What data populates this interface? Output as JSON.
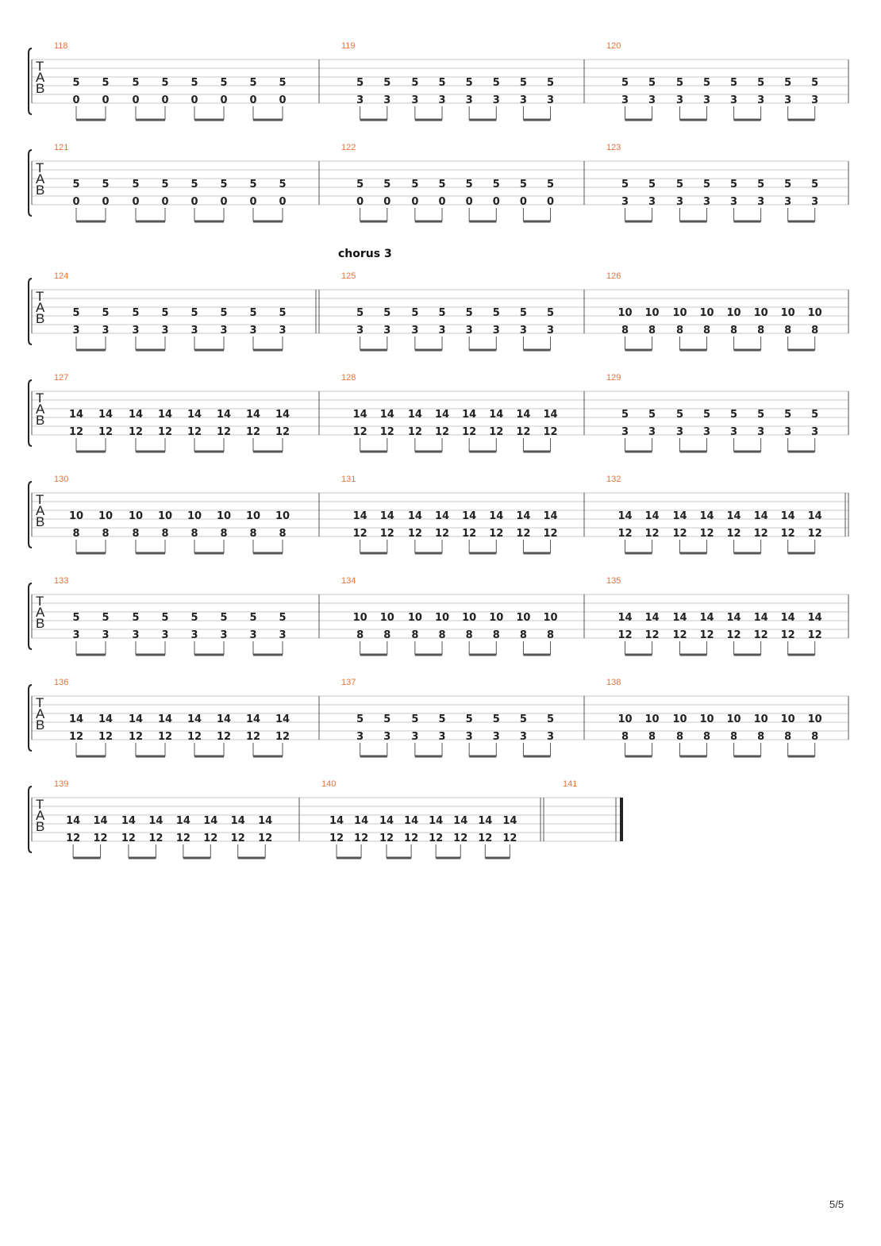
{
  "page": {
    "number_label": "5/5"
  },
  "tab_clef": [
    "T",
    "A",
    "B"
  ],
  "colors": {
    "measure_number": "#e8733a",
    "staff_line": "#c9c9c9",
    "barline": "#555555"
  },
  "systems": [
    {
      "measures": [
        {
          "number": "118",
          "top": [
            "5",
            "5",
            "5",
            "5",
            "5",
            "5",
            "5",
            "5"
          ],
          "bottom": [
            "0",
            "0",
            "0",
            "0",
            "0",
            "0",
            "0",
            "0"
          ]
        },
        {
          "number": "119",
          "top": [
            "5",
            "5",
            "5",
            "5",
            "5",
            "5",
            "5",
            "5"
          ],
          "bottom": [
            "3",
            "3",
            "3",
            "3",
            "3",
            "3",
            "3",
            "3"
          ]
        },
        {
          "number": "120",
          "top": [
            "5",
            "5",
            "5",
            "5",
            "5",
            "5",
            "5",
            "5"
          ],
          "bottom": [
            "3",
            "3",
            "3",
            "3",
            "3",
            "3",
            "3",
            "3"
          ]
        }
      ]
    },
    {
      "measures": [
        {
          "number": "121",
          "top": [
            "5",
            "5",
            "5",
            "5",
            "5",
            "5",
            "5",
            "5"
          ],
          "bottom": [
            "0",
            "0",
            "0",
            "0",
            "0",
            "0",
            "0",
            "0"
          ]
        },
        {
          "number": "122",
          "top": [
            "5",
            "5",
            "5",
            "5",
            "5",
            "5",
            "5",
            "5"
          ],
          "bottom": [
            "0",
            "0",
            "0",
            "0",
            "0",
            "0",
            "0",
            "0"
          ]
        },
        {
          "number": "123",
          "top": [
            "5",
            "5",
            "5",
            "5",
            "5",
            "5",
            "5",
            "5"
          ],
          "bottom": [
            "3",
            "3",
            "3",
            "3",
            "3",
            "3",
            "3",
            "3"
          ]
        }
      ]
    },
    {
      "section_label": "chorus 3",
      "measures": [
        {
          "number": "124",
          "top": [
            "5",
            "5",
            "5",
            "5",
            "5",
            "5",
            "5",
            "5"
          ],
          "bottom": [
            "3",
            "3",
            "3",
            "3",
            "3",
            "3",
            "3",
            "3"
          ]
        },
        {
          "number": "125",
          "top": [
            "5",
            "5",
            "5",
            "5",
            "5",
            "5",
            "5",
            "5"
          ],
          "bottom": [
            "3",
            "3",
            "3",
            "3",
            "3",
            "3",
            "3",
            "3"
          ]
        },
        {
          "number": "126",
          "top": [
            "10",
            "10",
            "10",
            "10",
            "10",
            "10",
            "10",
            "10"
          ],
          "bottom": [
            "8",
            "8",
            "8",
            "8",
            "8",
            "8",
            "8",
            "8"
          ]
        }
      ]
    },
    {
      "measures": [
        {
          "number": "127",
          "top": [
            "14",
            "14",
            "14",
            "14",
            "14",
            "14",
            "14",
            "14"
          ],
          "bottom": [
            "12",
            "12",
            "12",
            "12",
            "12",
            "12",
            "12",
            "12"
          ]
        },
        {
          "number": "128",
          "top": [
            "14",
            "14",
            "14",
            "14",
            "14",
            "14",
            "14",
            "14"
          ],
          "bottom": [
            "12",
            "12",
            "12",
            "12",
            "12",
            "12",
            "12",
            "12"
          ]
        },
        {
          "number": "129",
          "top": [
            "5",
            "5",
            "5",
            "5",
            "5",
            "5",
            "5",
            "5"
          ],
          "bottom": [
            "3",
            "3",
            "3",
            "3",
            "3",
            "3",
            "3",
            "3"
          ]
        }
      ]
    },
    {
      "measures": [
        {
          "number": "130",
          "top": [
            "10",
            "10",
            "10",
            "10",
            "10",
            "10",
            "10",
            "10"
          ],
          "bottom": [
            "8",
            "8",
            "8",
            "8",
            "8",
            "8",
            "8",
            "8"
          ]
        },
        {
          "number": "131",
          "top": [
            "14",
            "14",
            "14",
            "14",
            "14",
            "14",
            "14",
            "14"
          ],
          "bottom": [
            "12",
            "12",
            "12",
            "12",
            "12",
            "12",
            "12",
            "12"
          ]
        },
        {
          "number": "132",
          "top": [
            "14",
            "14",
            "14",
            "14",
            "14",
            "14",
            "14",
            "14"
          ],
          "bottom": [
            "12",
            "12",
            "12",
            "12",
            "12",
            "12",
            "12",
            "12"
          ]
        }
      ]
    },
    {
      "measures": [
        {
          "number": "133",
          "top": [
            "5",
            "5",
            "5",
            "5",
            "5",
            "5",
            "5",
            "5"
          ],
          "bottom": [
            "3",
            "3",
            "3",
            "3",
            "3",
            "3",
            "3",
            "3"
          ]
        },
        {
          "number": "134",
          "top": [
            "10",
            "10",
            "10",
            "10",
            "10",
            "10",
            "10",
            "10"
          ],
          "bottom": [
            "8",
            "8",
            "8",
            "8",
            "8",
            "8",
            "8",
            "8"
          ]
        },
        {
          "number": "135",
          "top": [
            "14",
            "14",
            "14",
            "14",
            "14",
            "14",
            "14",
            "14"
          ],
          "bottom": [
            "12",
            "12",
            "12",
            "12",
            "12",
            "12",
            "12",
            "12"
          ]
        }
      ]
    },
    {
      "measures": [
        {
          "number": "136",
          "top": [
            "14",
            "14",
            "14",
            "14",
            "14",
            "14",
            "14",
            "14"
          ],
          "bottom": [
            "12",
            "12",
            "12",
            "12",
            "12",
            "12",
            "12",
            "12"
          ]
        },
        {
          "number": "137",
          "top": [
            "5",
            "5",
            "5",
            "5",
            "5",
            "5",
            "5",
            "5"
          ],
          "bottom": [
            "3",
            "3",
            "3",
            "3",
            "3",
            "3",
            "3",
            "3"
          ]
        },
        {
          "number": "138",
          "top": [
            "10",
            "10",
            "10",
            "10",
            "10",
            "10",
            "10",
            "10"
          ],
          "bottom": [
            "8",
            "8",
            "8",
            "8",
            "8",
            "8",
            "8",
            "8"
          ]
        }
      ]
    },
    {
      "measures": [
        {
          "number": "139",
          "top": [
            "14",
            "14",
            "14",
            "14",
            "14",
            "14",
            "14",
            "14"
          ],
          "bottom": [
            "12",
            "12",
            "12",
            "12",
            "12",
            "12",
            "12",
            "12"
          ]
        },
        {
          "number": "140",
          "top": [
            "14",
            "14",
            "14",
            "14",
            "14",
            "14",
            "14",
            "14"
          ],
          "bottom": [
            "12",
            "12",
            "12",
            "12",
            "12",
            "12",
            "12",
            "12"
          ]
        },
        {
          "number": "141",
          "top": [],
          "bottom": []
        }
      ]
    }
  ]
}
